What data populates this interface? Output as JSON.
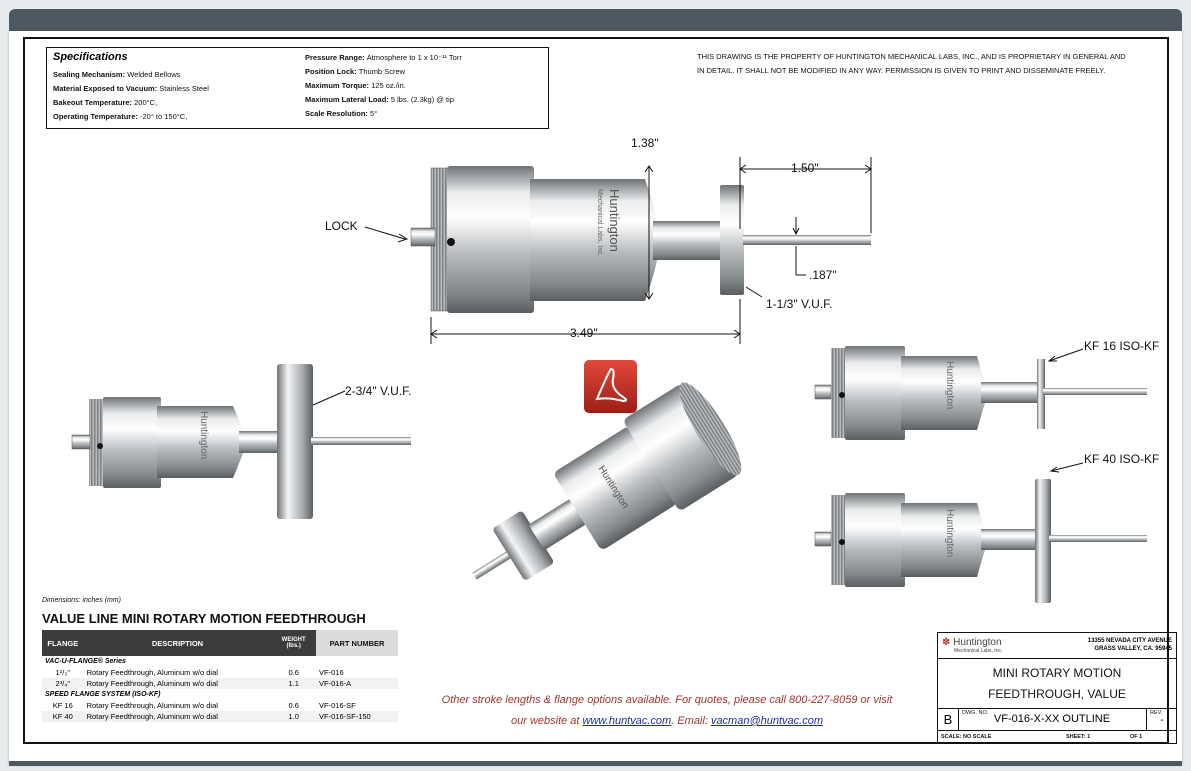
{
  "spec": {
    "title": "Specifications",
    "left": [
      {
        "k": "Sealing Mechanism:",
        "v": "Welded Bellows"
      },
      {
        "k": "Material Exposed to Vacuum:",
        "v": "Stainless Steel"
      },
      {
        "k": "Bakeout Temperature:",
        "v": "200°C,"
      },
      {
        "k": "Operating Temperature:",
        "v": "-20° to 150°C,"
      }
    ],
    "right": [
      {
        "k": "Pressure Range:",
        "v": "Atmosphere to 1 x 10⁻¹¹ Torr"
      },
      {
        "k": "Position Lock:",
        "v": "Thumb Screw"
      },
      {
        "k": "Maximum Torque:",
        "v": "125 oz./in."
      },
      {
        "k": "Maximum Lateral Load:",
        "v": "5 lbs. (2.3kg) @ tip"
      },
      {
        "k": "Scale Resolution:",
        "v": "5°"
      }
    ]
  },
  "notice": {
    "line1": "THIS DRAWING IS THE PROPERTY OF HUNTINGTON MECHANICAL LABS, INC., AND IS PROPRIETARY IN GENERAL AND",
    "line2": "IN DETAIL.  IT SHALL NOT BE MODIFIED IN ANY WAY.  PERMISSION IS GIVEN TO PRINT AND DISSEMINATE FREELY."
  },
  "dims": {
    "d138": "1.38\"",
    "d150": "1.50\"",
    "d187": ".187\"",
    "d349": "3.49\"",
    "lock": "LOCK",
    "vuf113": "1-1/3\" V.U.F.",
    "vuf234": "2-3/4\" V.U.F.",
    "kf16": "KF 16  ISO-KF",
    "kf40": "KF 40  ISO-KF",
    "note": "Dimensions:  inches (mm)",
    "brand": "Huntington",
    "brand2": "Mechanical Labs, Inc."
  },
  "table": {
    "title": "VALUE LINE MINI ROTARY MOTION FEEDTHROUGH",
    "headers": {
      "flange": "FLANGE",
      "description": "DESCRIPTION",
      "weight": "WEIGHT (lbs.)",
      "part": "PART  NUMBER"
    },
    "section1": "VAC-U-FLANGE® Series",
    "section2": "SPEED FLANGE SYSTEM (ISO-KF)",
    "rows1": [
      {
        "flange": "1¹/₃\"",
        "desc": "Rotary Feedthrough, Aluminum w/o dial",
        "weight": "0.6",
        "part": "VF-016"
      },
      {
        "flange": "2³/₄\"",
        "desc": "Rotary Feedthrough, Aluminum w/o dial",
        "weight": "1.1",
        "part": "VF-016-A"
      }
    ],
    "rows2": [
      {
        "flange": "KF 16",
        "desc": "Rotary Feedthrough, Aluminum w/o dial",
        "weight": "0.6",
        "part": "VF-016-SF"
      },
      {
        "flange": "KF 40",
        "desc": "Rotary Feedthrough, Aluminum w/o dial",
        "weight": "1.0",
        "part": "VF-016-SF-150"
      }
    ]
  },
  "promo": {
    "line1": "Other stroke lengths & flange options available.  For quotes, please call 800-227-8059 or visit",
    "pre": "our website at ",
    "site": "www.huntvac.com",
    "mid": ".  Email: ",
    "email": "vacman@huntvac.com"
  },
  "titleblock": {
    "logo": "Huntington",
    "logo_sub": "Mechanical Labs, Inc.",
    "addr1": "13355 NEVADA CITY AVENUE",
    "addr2": "GRASS VALLEY, CA. 95945",
    "title1": "MINI ROTARY MOTION",
    "title2": "FEEDTHROUGH, VALUE",
    "size": "B",
    "dwg_label": "DWG. NO.",
    "dwg": "VF-016-X-XX  OUTLINE",
    "rev_label": "REV.",
    "rev": "-",
    "scale": "SCALE:  NO SCALE",
    "sheet": "SHEET:   1",
    "of": "OF   1"
  },
  "colors": {
    "pdf_red": "#c0392b",
    "promo_text": "#a3342a",
    "link": "#1a2ab0"
  }
}
